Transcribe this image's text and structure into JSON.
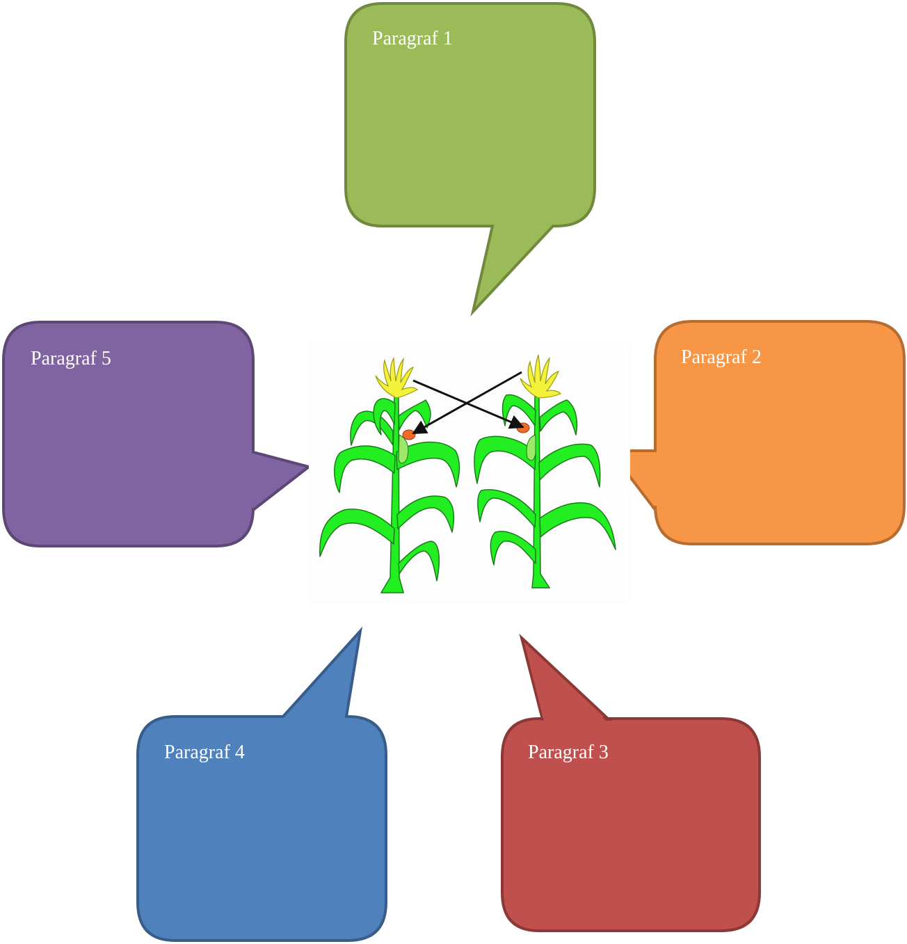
{
  "callouts": [
    {
      "id": "p1",
      "label": "Paragraf 1",
      "fill": "#9bbb59",
      "stroke": "#71893f"
    },
    {
      "id": "p2",
      "label": "Paragraf 2",
      "fill": "#f79646",
      "stroke": "#b66d31"
    },
    {
      "id": "p3",
      "label": "Paragraf 3",
      "fill": "#c0504d",
      "stroke": "#8c3836"
    },
    {
      "id": "p4",
      "label": "Paragraf 4",
      "fill": "#4f81bd",
      "stroke": "#385d8a"
    },
    {
      "id": "p5",
      "label": "Paragraf 5",
      "fill": "#8064a2",
      "stroke": "#5c4776"
    }
  ],
  "center_image": {
    "icon": "corn-plants-cross-pollination-icon",
    "plant_colors": {
      "leaf": "#22ee22",
      "tassel": "#f2f23a",
      "silk": "#f06a2a"
    }
  }
}
